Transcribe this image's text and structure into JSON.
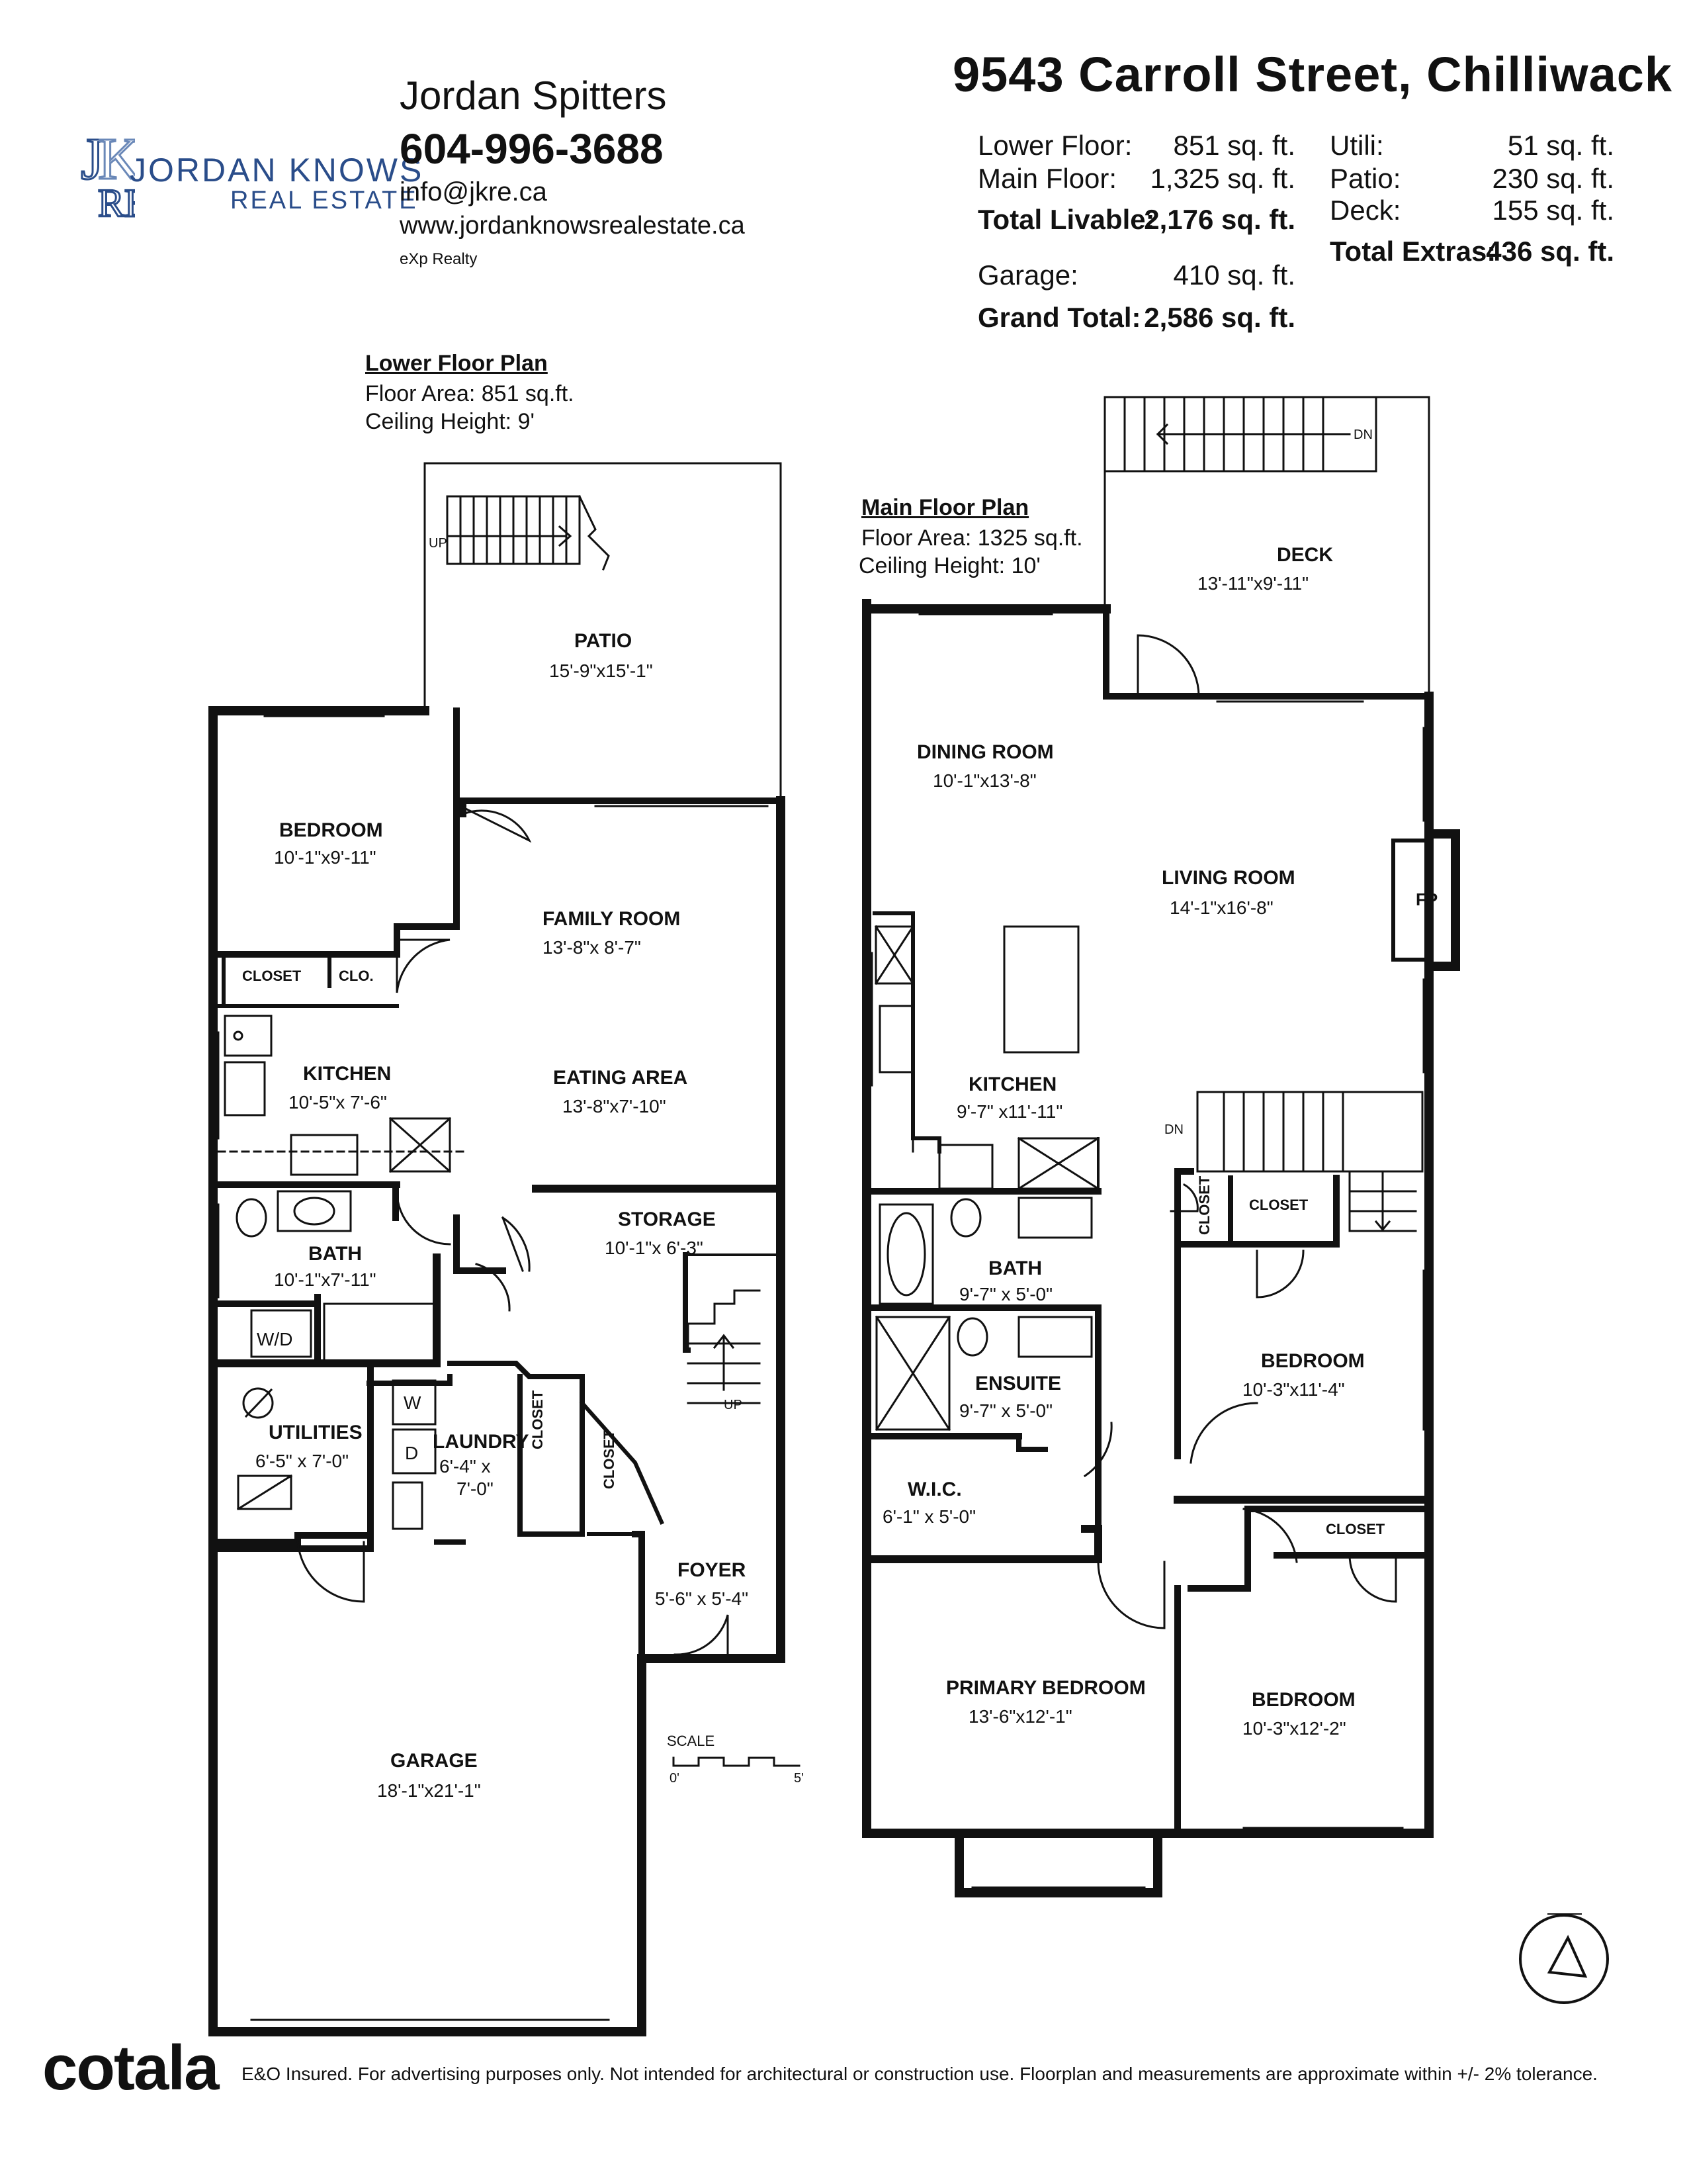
{
  "agent": {
    "name": "Jordan Spitters",
    "phone": "604-996-3688",
    "email": "info@jkre.ca",
    "website": "www.jordanknowsrealestate.ca",
    "brokerage": "eXp Realty",
    "logo_line1": "JORDAN KNOWS",
    "logo_line2": "REAL ESTATE"
  },
  "property": {
    "address": "9543 Carroll Street, Chilliwack"
  },
  "areas": {
    "left": [
      {
        "label": "Lower Floor:",
        "value": "851",
        "unit": "sq. ft."
      },
      {
        "label": "Main Floor:",
        "value": "1,325",
        "unit": "sq. ft."
      },
      {
        "label": "Total Livable:",
        "value": "2,176",
        "unit": "sq. ft."
      },
      {
        "label": "Garage:",
        "value": "410",
        "unit": "sq. ft."
      },
      {
        "label": "Grand Total:",
        "value": "2,586",
        "unit": "sq. ft."
      }
    ],
    "right": [
      {
        "label": "Utili:",
        "value": "51",
        "unit": "sq. ft."
      },
      {
        "label": "Patio:",
        "value": "230",
        "unit": "sq. ft."
      },
      {
        "label": "Deck:",
        "value": "155",
        "unit": "sq. ft."
      },
      {
        "label": "Total Extras:",
        "value": "436",
        "unit": "sq. ft."
      }
    ]
  },
  "lower_plan": {
    "title": "Lower Floor Plan",
    "floor_area": "Floor Area: 851 sq.ft.",
    "ceiling": "Ceiling Height: 9'",
    "rooms": [
      {
        "name": "PATIO",
        "dims": "15'-9\"x15'-1\""
      },
      {
        "name": "BEDROOM",
        "dims": "10'-1\"x9'-11\""
      },
      {
        "name": "FAMILY ROOM",
        "dims": "13'-8\"x 8'-7\""
      },
      {
        "name": "KITCHEN",
        "dims": "10'-5\"x 7'-6\""
      },
      {
        "name": "EATING AREA",
        "dims": "13'-8\"x7'-10\""
      },
      {
        "name": "BATH",
        "dims": "10'-1\"x7'-11\""
      },
      {
        "name": "STORAGE",
        "dims": "10'-1\"x 6'-3\""
      },
      {
        "name": "UTILITIES",
        "dims": "6'-5\" x 7'-0\""
      },
      {
        "name": "LAUNDRY",
        "dims": "6'-4\" x"
      },
      {
        "name": "FOYER",
        "dims": "5'-6\" x 5'-4\""
      },
      {
        "name": "GARAGE",
        "dims": "18'-1\"x21'-1\""
      }
    ],
    "labels": {
      "closet": "CLOSET",
      "clo": "CLO.",
      "closet_v": "CLOSET",
      "wd": "W/D",
      "w": "W",
      "d": "D",
      "up": "UP",
      "laundry2": "7'-0\""
    }
  },
  "main_plan": {
    "title": "Main Floor Plan",
    "floor_area": "Floor Area: 1325 sq.ft.",
    "ceiling": "Ceiling Height: 10'",
    "rooms": [
      {
        "name": "DECK",
        "dims": "13'-11\"x9'-11\""
      },
      {
        "name": "DINING ROOM",
        "dims": "10'-1\"x13'-8\""
      },
      {
        "name": "LIVING ROOM",
        "dims": "14'-1\"x16'-8\""
      },
      {
        "name": "KITCHEN",
        "dims": "9'-7\" x11'-11\""
      },
      {
        "name": "BATH",
        "dims": "9'-7\" x 5'-0\""
      },
      {
        "name": "ENSUITE",
        "dims": "9'-7\" x 5'-0\""
      },
      {
        "name": "W.I.C.",
        "dims": "6'-1\" x 5'-0\""
      },
      {
        "name": "BEDROOM",
        "dims": "10'-3\"x11'-4\""
      },
      {
        "name": "PRIMARY BEDROOM",
        "dims": "13'-6\"x12'-1\""
      },
      {
        "name": "BEDROOM",
        "dims": "10'-3\"x12'-2\""
      }
    ],
    "labels": {
      "closet": "CLOSET",
      "closet2": "CLOSET",
      "closet_v": "CLOSET",
      "fp": "FP",
      "dn": "DN",
      "dn2": "DN"
    }
  },
  "scale": {
    "label": "SCALE",
    "min": "0'",
    "max": "5'"
  },
  "footer": {
    "brand": "cotala",
    "disclaimer": "E&O Insured. For advertising purposes only. Not intended for architectural or construction use. Floorplan and measurements are approximate within +/- 2% tolerance."
  }
}
